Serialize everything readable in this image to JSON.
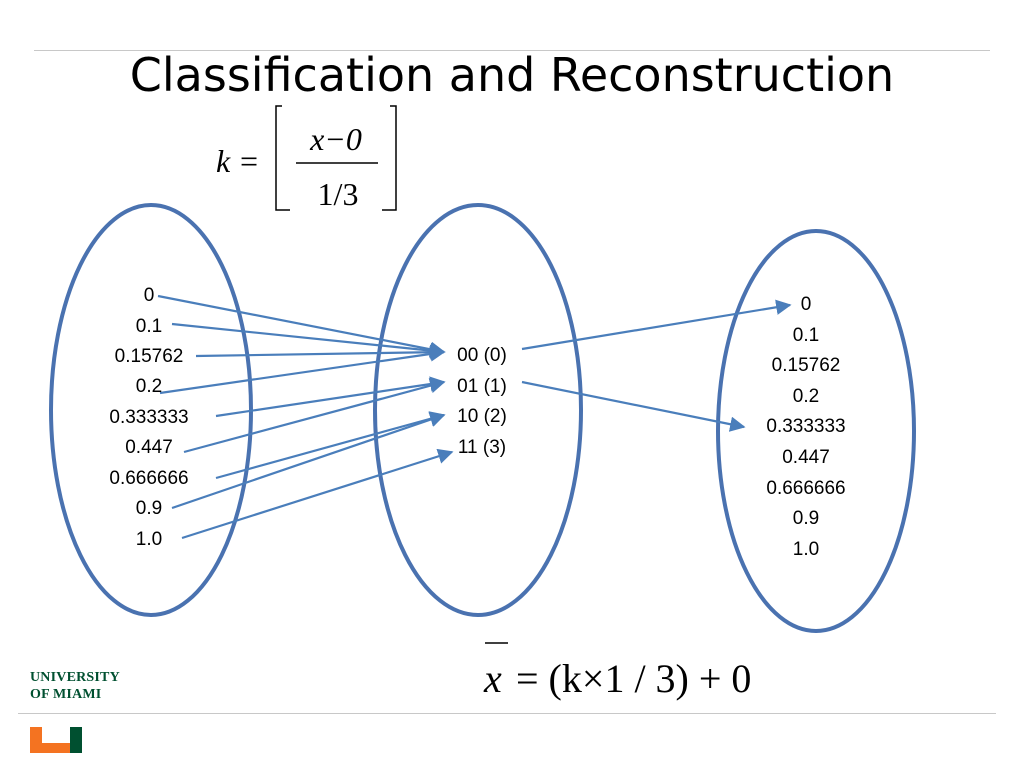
{
  "slide": {
    "title": "Classification and Reconstruction"
  },
  "formulas": {
    "k_formula": {
      "lhs": "k",
      "equals": "=",
      "numerator": "x−0",
      "denominator": "1/3"
    },
    "reconstruction": {
      "lhs": "x",
      "rhs": "= (k×1 / 3) + 0"
    }
  },
  "input_values": [
    "0",
    "0.1",
    "0.15762",
    "0.2",
    "0.333333",
    "0.447",
    "0.666666",
    "0.9",
    "1.0"
  ],
  "codes": [
    "00 (0)",
    "01 (1)",
    "10 (2)",
    "11 (3)"
  ],
  "output_values": [
    "0",
    "0.1",
    "0.15762",
    "0.2",
    "0.333333",
    "0.447",
    "0.666666",
    "0.9",
    "1.0"
  ],
  "mappings": {
    "input_to_code": [
      0,
      0,
      0,
      0,
      1,
      1,
      2,
      2,
      3
    ],
    "code_to_output": [
      {
        "code": 0,
        "output": 0
      },
      {
        "code": 1,
        "output": 4
      }
    ]
  },
  "colors": {
    "ellipse": "#4a72b0",
    "arrow": "#4a7ebb",
    "logo_green": "#005030",
    "logo_orange": "#f47321"
  },
  "logo": {
    "line1": "UNIVERSITY",
    "line2": "OF MIAMI"
  }
}
